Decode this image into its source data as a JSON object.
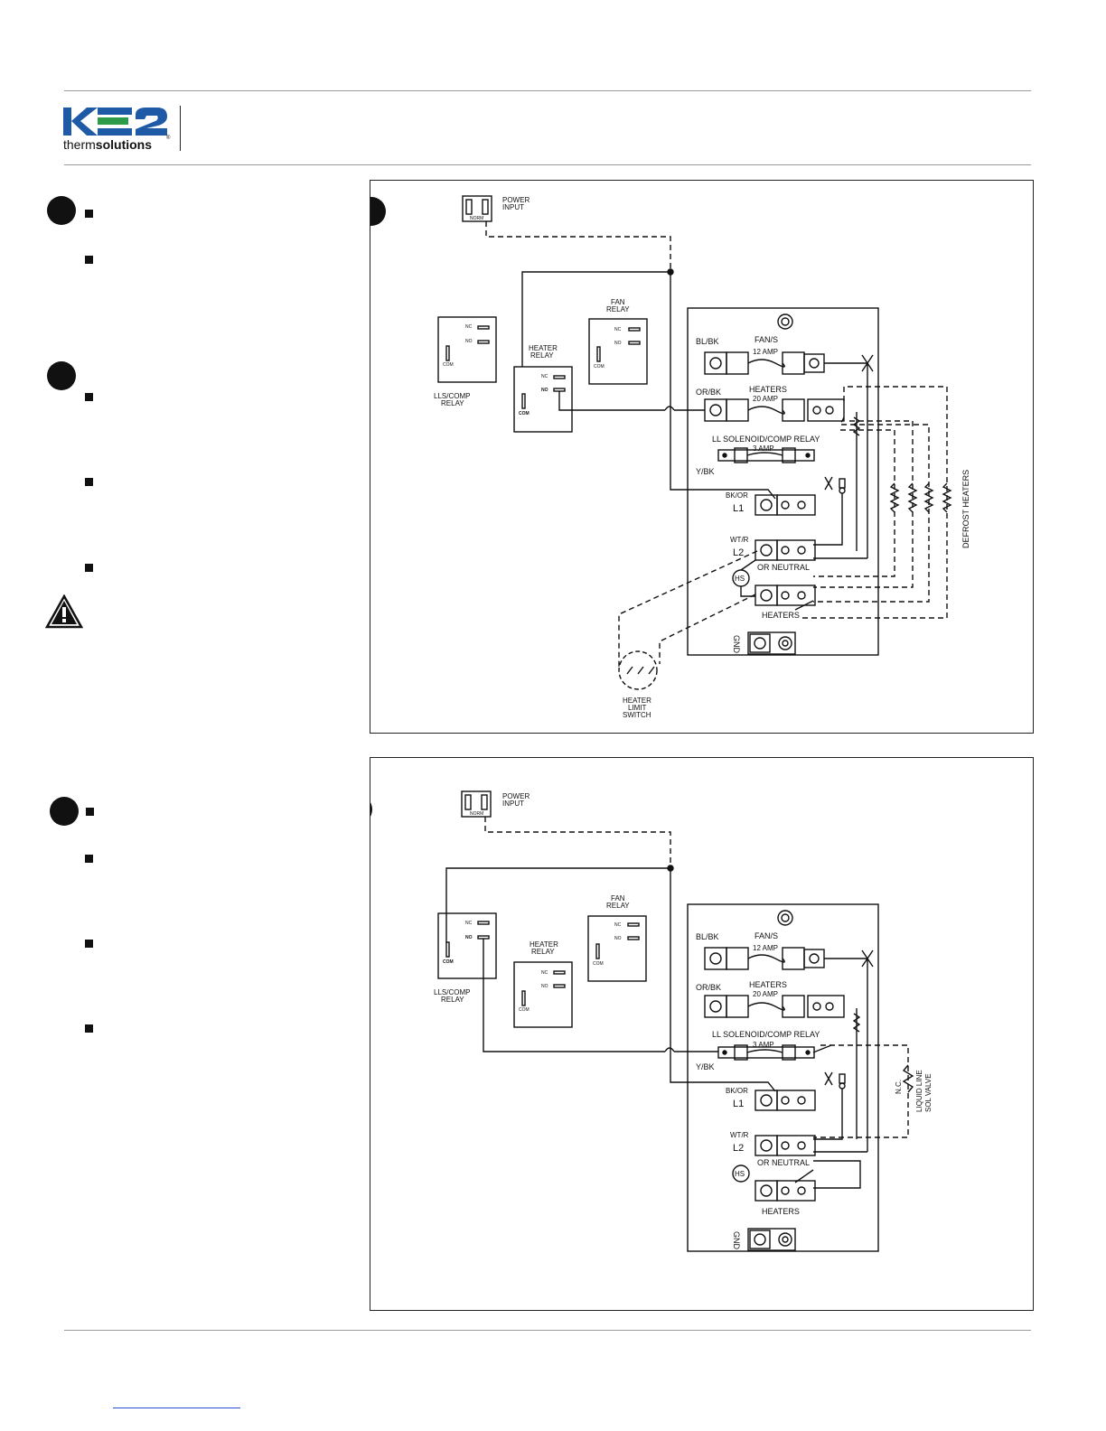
{
  "brand": {
    "logo_mark": "KE2",
    "logo_prefix": "therm",
    "logo_suffix": "solutions",
    "logo_registered": "®",
    "logo_color_blue": "#1f5aa6",
    "logo_color_green": "#2e9b49"
  },
  "diagram1": {
    "power_input": [
      "POWER",
      "INPUT"
    ],
    "plug_text": "NORM",
    "lls_relay": {
      "nc": "NC",
      "no": "NO",
      "com": "COM",
      "label": [
        "LLS/COMP",
        "RELAY"
      ]
    },
    "heater_relay": {
      "label": [
        "HEATER",
        "RELAY"
      ],
      "nc": "NC",
      "no": "NO",
      "com": "COM"
    },
    "fan_relay": {
      "label": [
        "FAN",
        "RELAY"
      ],
      "nc": "NC",
      "no": "NO",
      "com": "COM"
    },
    "terminals": {
      "fan_wire": "BL/BK",
      "fan_label": "FAN/S",
      "fan_amp": "12  AMP",
      "heat_wire": "OR/BK",
      "heat_label": "HEATERS",
      "heat_amp": "20  AMP",
      "lls_label": "LL  SOLENOID/COMP  RELAY",
      "lls_amp": "3  AMP",
      "lls_wire": "Y/BK",
      "l1_wire": "BK/OR",
      "l1": "L1",
      "l2_wire": "WT/R",
      "l2": "L2",
      "neutral": "OR  NEUTRAL",
      "hs": "HS",
      "heaters_bottom": "HEATERS",
      "gnd": "GND"
    },
    "defrost_heaters": "DEFROST  HEATERS",
    "heater_limit_switch": [
      "HEATER",
      "LIMIT",
      "SWITCH"
    ]
  },
  "diagram2": {
    "power_input": [
      "POWER",
      "INPUT"
    ],
    "plug_text": "NORM",
    "lls_relay": {
      "nc": "NC",
      "no": "NO",
      "com": "COM",
      "label": [
        "LLS/COMP",
        "RELAY"
      ]
    },
    "heater_relay": {
      "label": [
        "HEATER",
        "RELAY"
      ],
      "nc": "NC",
      "no": "NO",
      "com": "COM"
    },
    "fan_relay": {
      "label": [
        "FAN",
        "RELAY"
      ],
      "nc": "NC",
      "no": "NO",
      "com": "COM"
    },
    "terminals": {
      "fan_wire": "BL/BK",
      "fan_label": "FAN/S",
      "fan_amp": "12  AMP",
      "heat_wire": "OR/BK",
      "heat_label": "HEATERS",
      "heat_amp": "20  AMP",
      "lls_label": "LL  SOLENOID/COMP  RELAY",
      "lls_amp": "3  AMP",
      "lls_wire": "Y/BK",
      "l1_wire": "BK/OR",
      "l1": "L1",
      "l2_wire": "WT/R",
      "l2": "L2",
      "neutral": "OR  NEUTRAL",
      "hs": "HS",
      "heaters_bottom": "HEATERS",
      "gnd": "GND"
    },
    "valve_nc": "N.C.",
    "valve_label": [
      "LIQUID  LINE",
      "SOL  VALVE"
    ]
  },
  "icons": {
    "warning": "warning-triangle-icon"
  }
}
